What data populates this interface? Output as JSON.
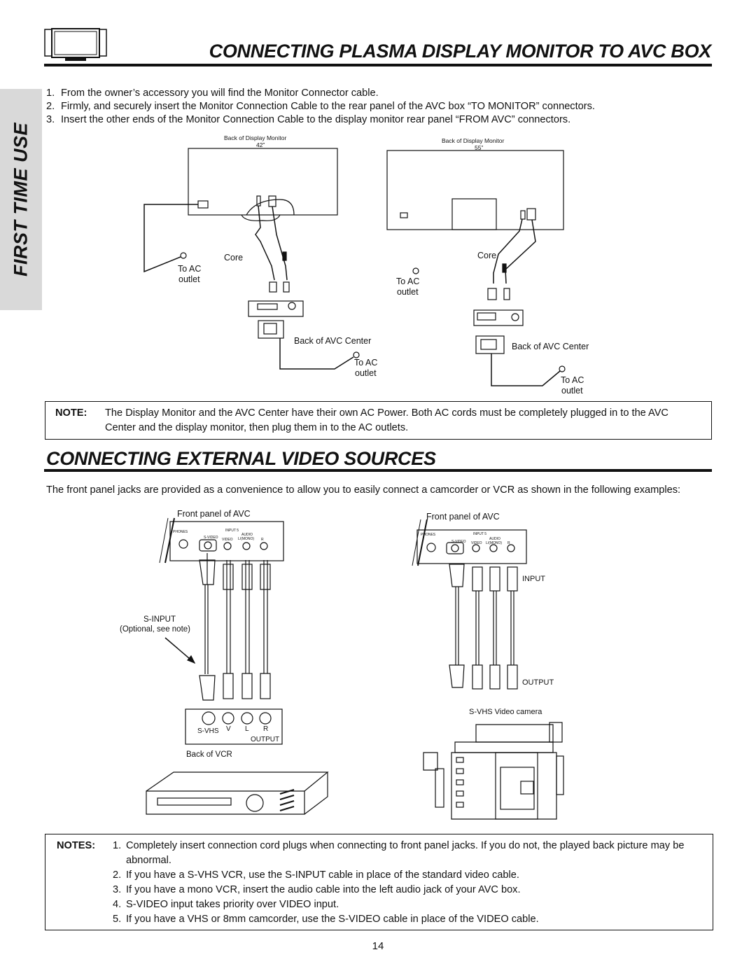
{
  "header": {
    "title": "CONNECTING PLASMA DISPLAY MONITOR TO AVC BOX",
    "section_tab": "FIRST TIME USE"
  },
  "steps": [
    {
      "num": "1.",
      "text": "From the owner’s accessory you will find the Monitor Connector cable."
    },
    {
      "num": "2.",
      "text": "Firmly, and securely insert the Monitor Connection Cable to the rear panel of the AVC box “TO MONITOR” connectors."
    },
    {
      "num": "3.",
      "text": "Insert the other ends of the Monitor Connection Cable to the display monitor rear panel “FROM AVC” connectors."
    }
  ],
  "diagram_monitor": {
    "left": {
      "title": "Back of Display Monitor",
      "size": "42”",
      "core_label": "Core",
      "ac_label_1": "To AC",
      "ac_label_2": "outlet",
      "avc_label": "Back of AVC Center",
      "ac2_label_1": "To AC",
      "ac2_label_2": "outlet"
    },
    "right": {
      "title": "Back of Display Monitor",
      "size": "55”",
      "core_label": "Core",
      "ac_label_1": "To AC",
      "ac_label_2": "outlet",
      "avc_label": "Back of AVC Center",
      "ac2_label_1": "To AC",
      "ac2_label_2": "outlet"
    }
  },
  "note": {
    "label": "NOTE:",
    "text": "The Display Monitor and the AVC Center have their own AC Power.  Both AC cords must be completely plugged in to the AVC Center and the display monitor, then plug them in to the AC outlets."
  },
  "section2": {
    "title": "CONNECTING EXTERNAL VIDEO SOURCES",
    "intro": "The front panel jacks are provided as a convenience to allow you to easily connect a camcorder or VCR as shown in the following examples:"
  },
  "diagram_front": {
    "left": {
      "panel_title": "Front panel of AVC",
      "phones": "PHONES",
      "input5": "INPUT 5",
      "svideo": "S-VIDEO",
      "video": "VIDEO",
      "lmono": "L/(MONO)",
      "r": "R",
      "audio": "AUDIO",
      "sinput_1": "S-INPUT",
      "sinput_2": "(Optional, see note)",
      "svhs": "S-VHS",
      "v": "V",
      "l": "L",
      "rr": "R",
      "output": "OUTPUT",
      "vcr_label": "Back of VCR"
    },
    "right": {
      "panel_title": "Front panel of AVC",
      "phones": "PHONES",
      "input5": "INPUT 5",
      "svideo": "S-VIDEO",
      "video": "VIDEO",
      "lmono": "L/(MONO)",
      "r": "R",
      "audio": "AUDIO",
      "input_label": "INPUT",
      "output_label": "OUTPUT",
      "camera_label": "S-VHS Video camera"
    }
  },
  "notes": {
    "label": "NOTES:",
    "items": [
      {
        "num": "1.",
        "text": "Completely insert connection cord plugs when connecting to front panel jacks.  If you do not, the played back picture may be abnormal."
      },
      {
        "num": "2.",
        "text": "If you have a S-VHS VCR, use the S-INPUT cable in place of the standard video cable."
      },
      {
        "num": "3.",
        "text": "If you have a mono VCR, insert the audio cable into the left audio jack of your AVC box."
      },
      {
        "num": "4.",
        "text": "S-VIDEO input takes priority over VIDEO input."
      },
      {
        "num": "5.",
        "text": "If you have a VHS or 8mm camcorder, use the S-VIDEO cable in place of the VIDEO cable."
      }
    ]
  },
  "footer": {
    "page_number": "14"
  }
}
